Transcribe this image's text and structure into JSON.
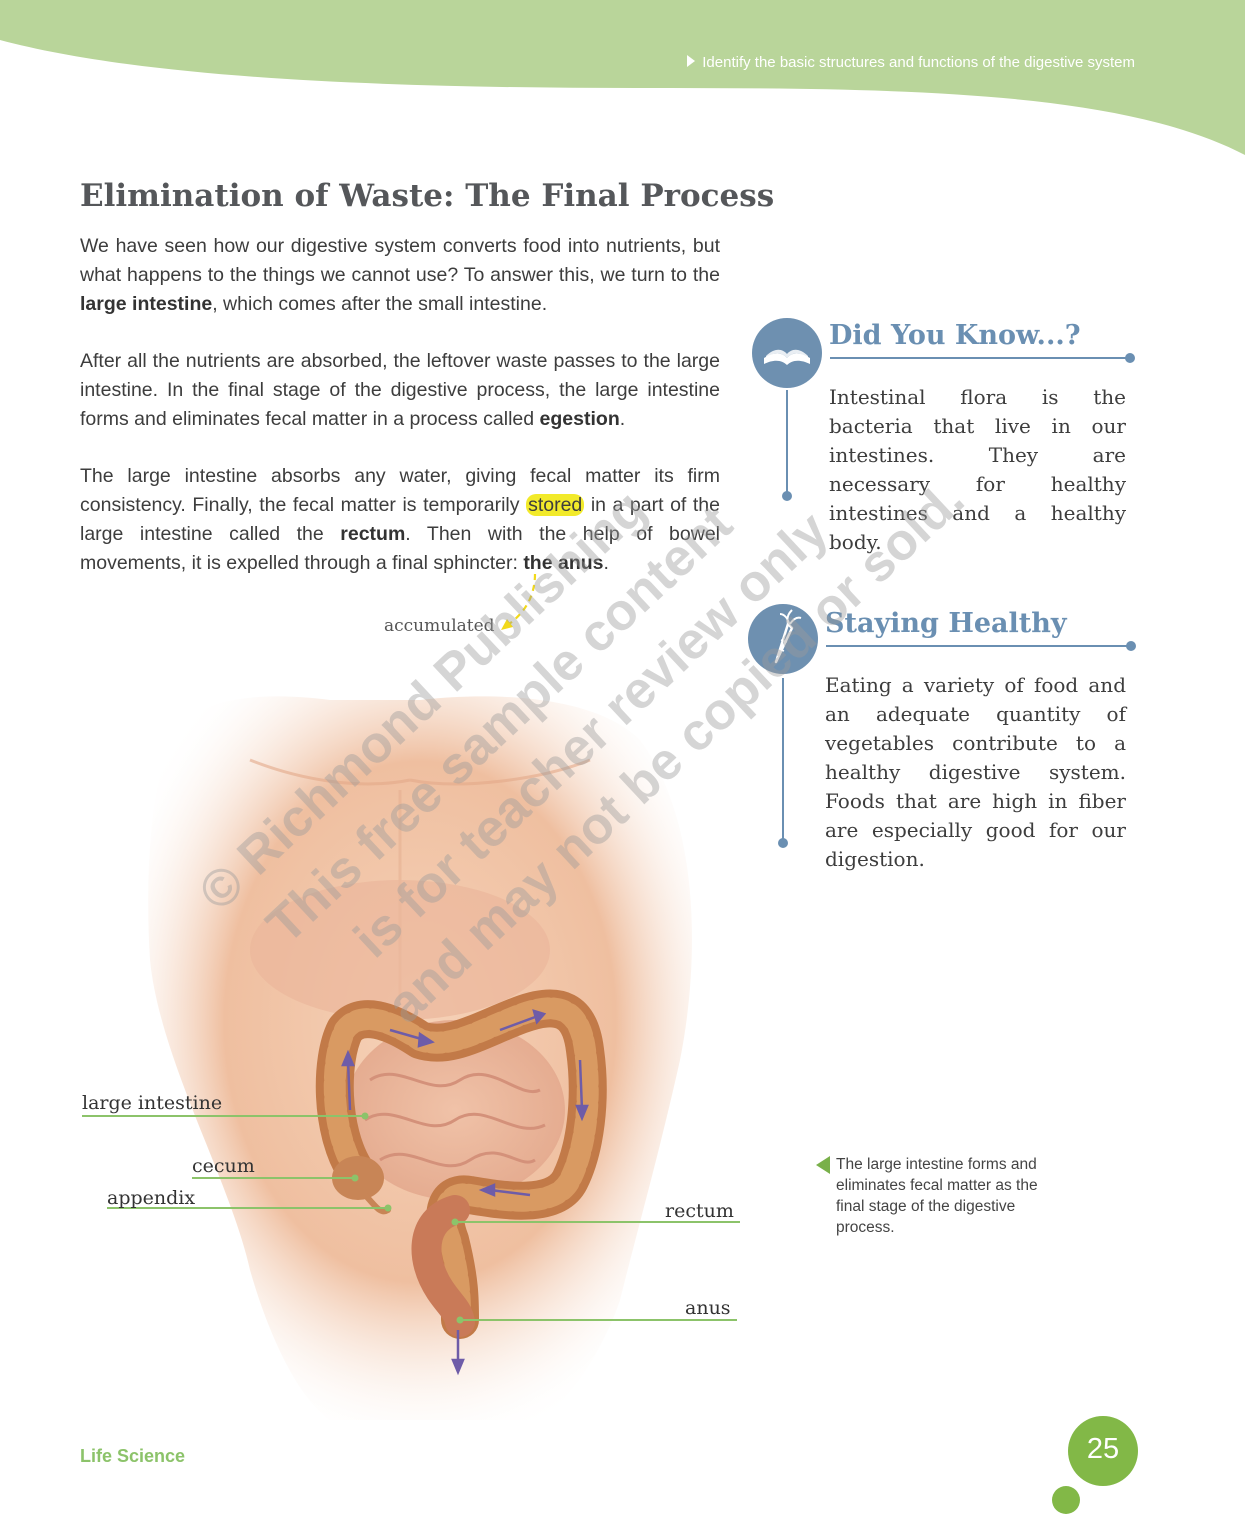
{
  "header": {
    "objective": "Identify the basic structures and functions of the digestive system"
  },
  "main": {
    "title": "Elimination of Waste: The Final Process",
    "p1": {
      "a": "We have seen how our digestive system converts food into nutrients, but what happens to the things we cannot use? To answer this, we turn to the ",
      "b": "large intestine",
      "c": ", which comes after the small intestine."
    },
    "p2": {
      "a": "After all the nutrients are absorbed, the leftover waste passes to the large intestine. In the final stage of the digestive process, the large intestine forms and eliminates fecal matter in a process called ",
      "b": "egestion",
      "c": "."
    },
    "p3": {
      "a": "The large intestine absorbs any water, giving fecal matter its firm consistency. Finally, the fecal matter is temporarily ",
      "hl": "stored",
      "b": " in a part of the large intestine called the ",
      "c": "rectum",
      "d": ". Then with the help of bowel movements, it is expelled through a final sphincter: ",
      "e": "the anus",
      "f": "."
    },
    "gloss": "accumulated"
  },
  "sidebar": {
    "did_you_know": {
      "title": "Did You Know...?",
      "text": "Intestinal flora is the bacteria that live in our intestines. They are necessary for healthy intestines and a healthy body.",
      "icon": "book-icon"
    },
    "staying_healthy": {
      "title": "Staying Healthy",
      "text": "Eating a variety of food and an adequate quantity of vegetables contribute to a healthy digestive system. Foods that are high in fiber are especially good for our digestion.",
      "icon": "carrot-icon"
    }
  },
  "figure": {
    "labels": {
      "large_intestine": "large intestine",
      "cecum": "cecum",
      "appendix": "appendix",
      "rectum": "rectum",
      "anus": "anus"
    },
    "caption": "The large intestine forms and eliminates fecal matter as the final stage of the digestive process."
  },
  "footer": {
    "subject": "Life Science",
    "page_number": "25"
  },
  "watermark": {
    "line1": "© Richmond Publishing",
    "line2": "This free sample content",
    "line3": "is for teacher review only",
    "line4": "and may not be copied or sold."
  },
  "colors": {
    "header_green": "#b9d59a",
    "accent_green": "#82b847",
    "sidebar_blue": "#6a8fb2",
    "highlight": "#f2ea2a"
  }
}
